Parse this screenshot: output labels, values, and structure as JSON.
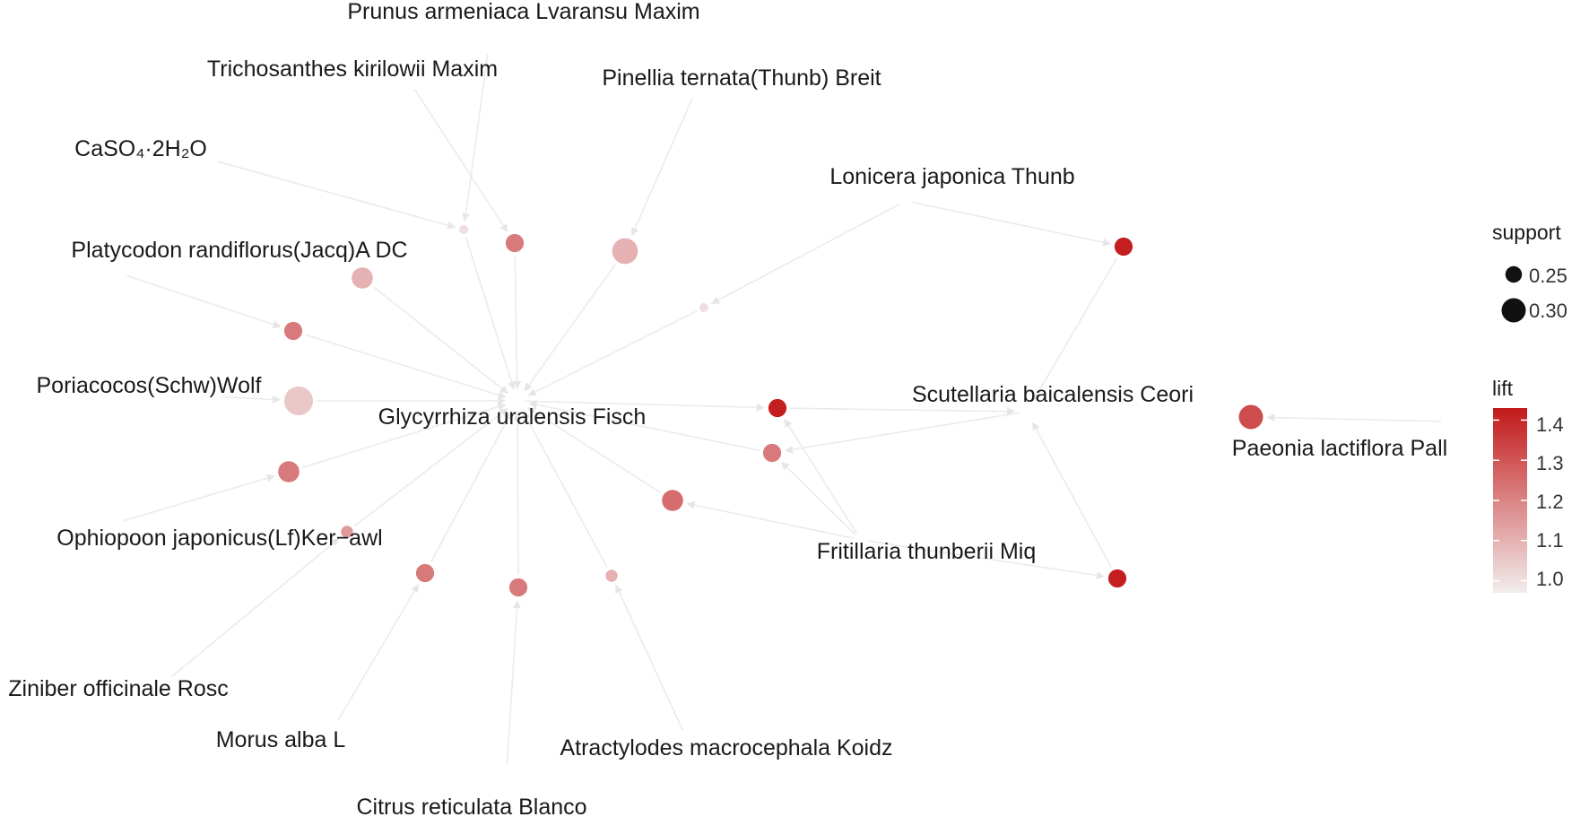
{
  "graph": {
    "items": [
      {
        "id": "prunus",
        "label": "Prunus armeniaca Lvaransu Maxim"
      },
      {
        "id": "tricho",
        "label": "Trichosanthes kirilowii Maxim"
      },
      {
        "id": "pinellia",
        "label": "Pinellia ternata(Thunb) Breit"
      },
      {
        "id": "caso4",
        "label": "CaSO₄·2H₂O"
      },
      {
        "id": "lonicera",
        "label": "Lonicera japonica Thunb"
      },
      {
        "id": "platycodon",
        "label": "Platycodon randiflorus(Jacq)A DC"
      },
      {
        "id": "poria",
        "label": "Poriacocos(Schw)Wolf"
      },
      {
        "id": "glycyrrhiza",
        "label": "Glycyrrhiza uralensis Fisch"
      },
      {
        "id": "scutellaria",
        "label": "Scutellaria baicalensis Ceori"
      },
      {
        "id": "paeonia",
        "label": "Paeonia lactiflora Pall"
      },
      {
        "id": "ophiopogon",
        "label": "Ophiopoon japonicus(Lf)Ker−awl"
      },
      {
        "id": "fritillaria",
        "label": "Fritillaria thunberii Miq"
      },
      {
        "id": "zingiber",
        "label": "Ziniber officinale Rosc"
      },
      {
        "id": "morus",
        "label": "Morus alba L"
      },
      {
        "id": "atractylodes",
        "label": "Atractylodes macrocephala Koidz"
      },
      {
        "id": "citrus",
        "label": "Citrus reticulata Blanco"
      }
    ],
    "rules": [
      {
        "id": "r_caso4",
        "support": 0.2,
        "lift": 1.0
      },
      {
        "id": "r_prunus",
        "support": 0.2,
        "lift": 1.0
      },
      {
        "id": "r_tricho",
        "support": 0.26,
        "lift": 1.22
      },
      {
        "id": "r_pinellia",
        "support": 0.31,
        "lift": 1.1
      },
      {
        "id": "r_platycodon_a",
        "support": 0.28,
        "lift": 1.1
      },
      {
        "id": "r_platycodon_b",
        "support": 0.26,
        "lift": 1.22
      },
      {
        "id": "r_lonicera_a",
        "support": 0.2,
        "lift": 1.0
      },
      {
        "id": "r_lonicera_b",
        "support": 0.26,
        "lift": 1.42
      },
      {
        "id": "r_poria",
        "support": 0.33,
        "lift": 1.05
      },
      {
        "id": "r_ophiopogon_a",
        "support": 0.28,
        "lift": 1.22
      },
      {
        "id": "r_ophiopogon_b",
        "support": 0.22,
        "lift": 1.15
      },
      {
        "id": "r_morus",
        "support": 0.26,
        "lift": 1.22
      },
      {
        "id": "r_citrus",
        "support": 0.26,
        "lift": 1.22
      },
      {
        "id": "r_atractylodes",
        "support": 0.22,
        "lift": 1.1
      },
      {
        "id": "r_fritillaria_a",
        "support": 0.26,
        "lift": 1.42
      },
      {
        "id": "r_fritillaria_b",
        "support": 0.26,
        "lift": 1.22
      },
      {
        "id": "r_fritillaria_c",
        "support": 0.28,
        "lift": 1.25
      },
      {
        "id": "r_fritillaria_d",
        "support": 0.26,
        "lift": 1.42
      },
      {
        "id": "r_paeonia",
        "support": 0.3,
        "lift": 1.32
      }
    ]
  },
  "legend": {
    "support_title": "support",
    "support_items": [
      {
        "label": "0.25",
        "value": 0.25
      },
      {
        "label": "0.30",
        "value": 0.3
      }
    ],
    "lift_title": "lift",
    "lift_ticks": [
      {
        "label": "1.4",
        "value": 1.4
      },
      {
        "label": "1.3",
        "value": 1.3
      },
      {
        "label": "1.2",
        "value": 1.2
      },
      {
        "label": "1.1",
        "value": 1.1
      },
      {
        "label": "1.0",
        "value": 1.0
      }
    ],
    "lift_range": [
      0.97,
      1.43
    ],
    "colors": {
      "low": "#f2eded",
      "high": "#c3191b"
    }
  }
}
